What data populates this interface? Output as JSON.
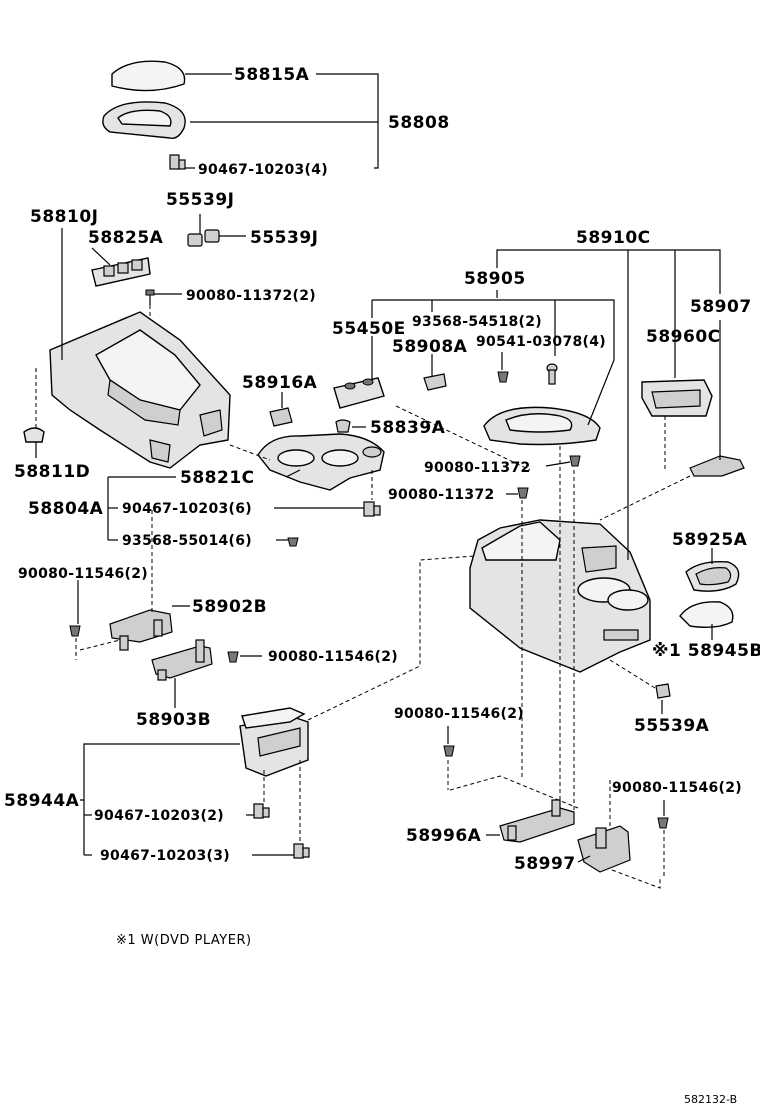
{
  "parts": {
    "p58815A": "58815A",
    "p58808": "58808",
    "p90467_10203_4": "90467-10203(4)",
    "p55539J_a": "55539J",
    "p58810J": "58810J",
    "p58825A": "58825A",
    "p55539J_b": "55539J",
    "p90080_11372_2": "90080-11372(2)",
    "p58910C": "58910C",
    "p58905": "58905",
    "p58907": "58907",
    "p55450E": "55450E",
    "p93568_54518_2": "93568-54518(2)",
    "p58908A": "58908A",
    "p90541_03078_4": "90541-03078(4)",
    "p58960C": "58960C",
    "p58916A": "58916A",
    "p58839A": "58839A",
    "p58811D": "58811D",
    "p58821C": "58821C",
    "p90080_11372_a": "90080-11372",
    "p58804A": "58804A",
    "p90467_10203_6": "90467-10203(6)",
    "p90080_11372_b": "90080-11372",
    "p93568_55014_6": "93568-55014(6)",
    "p58925A": "58925A",
    "p90080_11546_2_a": "90080-11546(2)",
    "p58902B": "58902B",
    "p58945B": "※1 58945B",
    "p90080_11546_2_b": "90080-11546(2)",
    "p58903B": "58903B",
    "p55539A": "55539A",
    "p90080_11546_2_c": "90080-11546(2)",
    "p58944A": "58944A",
    "p90467_10203_2": "90467-10203(2)",
    "p90080_11546_2_d": "90080-11546(2)",
    "p58996A": "58996A",
    "p90467_10203_3": "90467-10203(3)",
    "p58997": "58997"
  },
  "footnote": "※1 W(DVD PLAYER)",
  "diagram_ref": "582132-B"
}
